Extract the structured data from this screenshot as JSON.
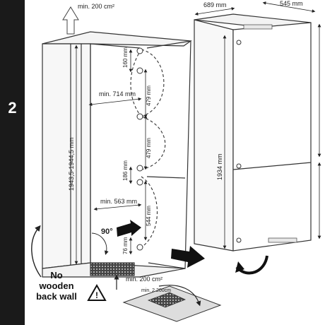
{
  "step": {
    "number": "2"
  },
  "labels": {
    "vent_top": "min. 200 cm²",
    "vent_bottom": "min. 200 cm²",
    "width_fridge": "689 mm",
    "depth_fridge": "545 mm",
    "height_fridge": "1934 mm",
    "height_niche": "1943,5-1944,5 mm",
    "depth_niche_top": "min. 714 mm",
    "depth_niche_bottom": "min. 563 mm",
    "hinge_160": "160 mm",
    "hinge_479a": "479 mm",
    "hinge_479b": "479 mm",
    "hinge_186": "186 mm",
    "hinge_544": "544 mm",
    "hinge_76": "76 mm",
    "angle": "90°",
    "vent_inset": "min. 2 200cm",
    "warning": [
      "No",
      "wooden",
      "back wall"
    ]
  }
}
